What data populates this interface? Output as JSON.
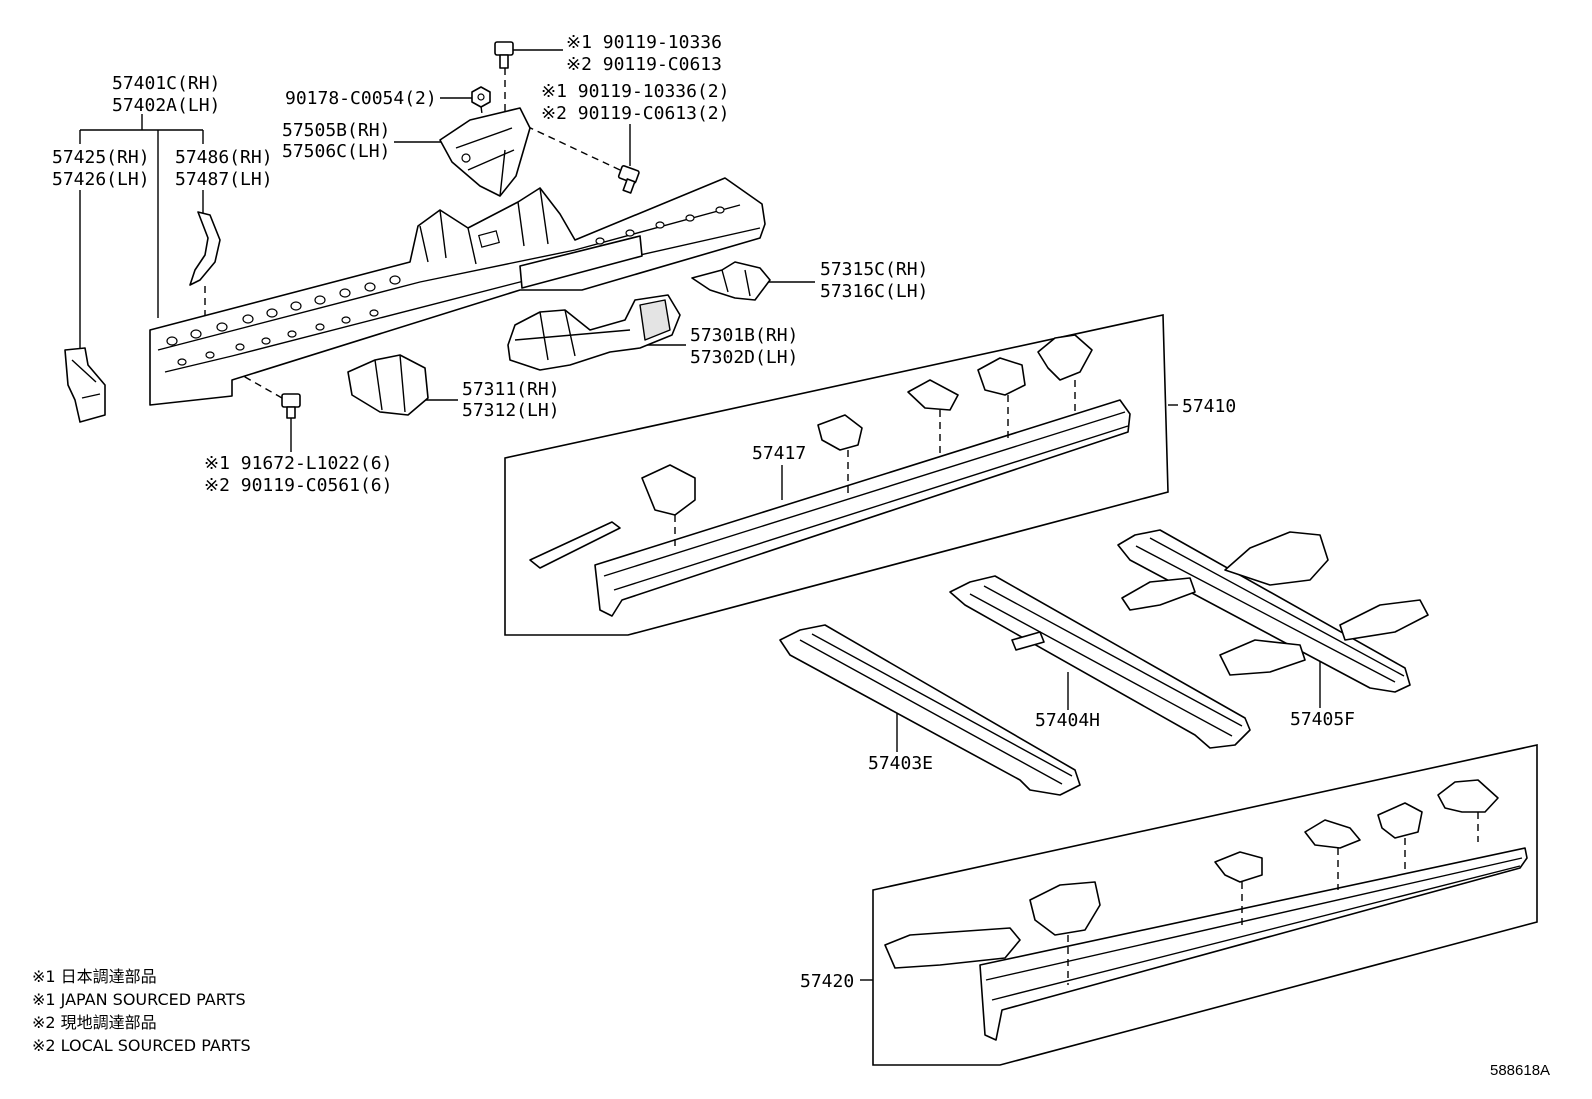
{
  "callouts": {
    "bolt_top": [
      "※1 90119-10336",
      "※2 90119-C0613"
    ],
    "nut": "90178-C0054(2)",
    "bolt_right": [
      "※1 90119-10336(2)",
      "※2 90119-C0613(2)"
    ],
    "floor_side_member": [
      "57401C(RH)",
      "57402A(LH)"
    ],
    "upper_bracket": [
      "57505B(RH)",
      "57506C(LH)"
    ],
    "front_brace": [
      "57425(RH)",
      "57426(LH)"
    ],
    "mid_brace": [
      "57486(RH)",
      "57487(LH)"
    ],
    "rear_bracket": [
      "57315C(RH)",
      "57316C(LH)"
    ],
    "center_bracket": [
      "57301B(RH)",
      "57302D(LH)"
    ],
    "lower_bracket": [
      "57311(RH)",
      "57312(LH)"
    ],
    "rocker_assy_upper": "57410",
    "rocker_rail_upper": "57417",
    "bolt_lower": [
      "※1 91672-L1022(6)",
      "※2 90119-C0561(6)"
    ],
    "member_404": "57404H",
    "member_405": "57405F",
    "member_403": "57403E",
    "rocker_assy_lower": "57420"
  },
  "legend": [
    "※1 日本調達部品",
    "※1 JAPAN SOURCED PARTS",
    "※2 現地調達部品",
    "※2 LOCAL SOURCED PARTS"
  ],
  "figure_id": "588618A"
}
